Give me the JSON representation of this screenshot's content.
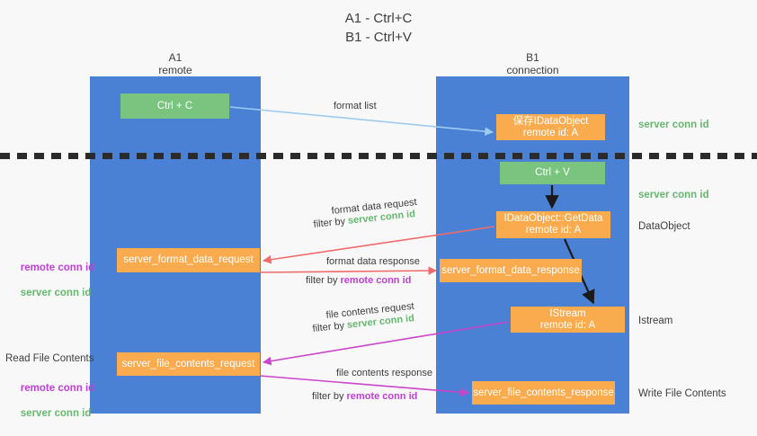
{
  "title": "A1 - Ctrl+C\nB1 - Ctrl+V",
  "columns": {
    "left": {
      "name": "A1",
      "sub": "remote",
      "header": "A1\nremote"
    },
    "right": {
      "name": "B1",
      "sub": "connection",
      "header": "B1\nconnection"
    }
  },
  "nodes": {
    "ctrl_c": "Ctrl + C",
    "data_object": "保存IDataObject\nremote id: A",
    "ctrl_v": "Ctrl + V",
    "get_data": "IDataObject::GetData\nremote id: A",
    "server_format_data_request": "server_format_data_request",
    "server_format_data_response": "server_format_data_response",
    "istream": "IStream\nremote id: A",
    "server_file_contents_request": "server_file_contents_request",
    "server_file_contents_response": "server_file_contents_response"
  },
  "edge_labels": {
    "format_list": "format list",
    "format_data_request": "format data request",
    "format_data_request_filter_prefix": "filter by ",
    "format_data_request_filter_value": "server conn id",
    "format_data_response": "format data response",
    "format_data_response_filter_prefix": "filter by ",
    "format_data_response_filter_value": "remote conn id",
    "file_contents_request": "file contents request",
    "file_contents_request_filter_prefix": "filter by ",
    "file_contents_request_filter_value": "server conn id",
    "file_contents_response": "file contents response",
    "file_contents_response_filter_prefix": "filter by ",
    "file_contents_response_filter_value": "remote conn id"
  },
  "annotations": {
    "server_conn_id_top": "server conn id",
    "server_conn_id_mid": "server conn id",
    "data_object": "DataObject",
    "istream": "Istream",
    "write_file_contents": "Write File Contents",
    "read_file_contents": "Read File Contents",
    "remote_conn_id_1": "remote conn id",
    "server_conn_id_1": "server conn id",
    "remote_conn_id_2": "remote conn id",
    "server_conn_id_2": "server conn id"
  },
  "colors": {
    "lane_blue": "#4a81d4",
    "node_green": "#79c47e",
    "node_orange": "#f9ab4e",
    "green_text": "#65b86e",
    "purple_text": "#c03fd4",
    "arrow_light_blue": "#9ecbf0",
    "arrow_red": "#ef6b6b",
    "arrow_magenta": "#cc43cc",
    "arrow_black": "#1a1a1a",
    "divider": "#2b2b2b",
    "background": "#f8f8f8"
  }
}
